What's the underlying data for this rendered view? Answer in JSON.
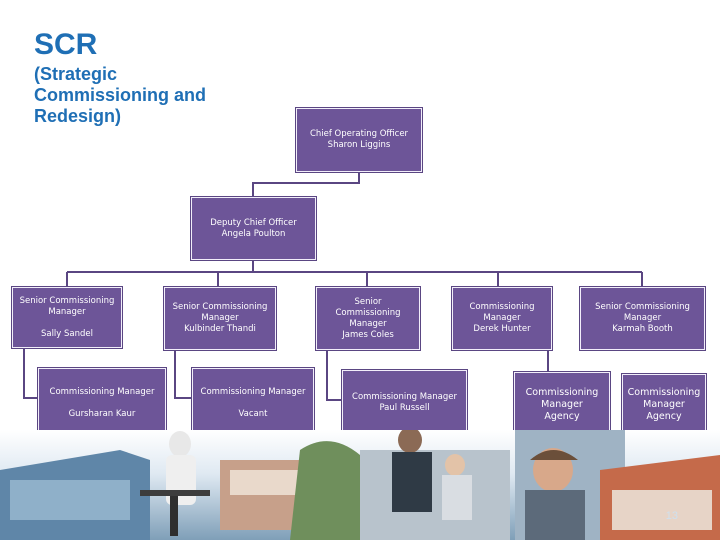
{
  "title": {
    "main": "SCR",
    "sub_line1": "(Strategic",
    "sub_line2": "Commissioning and",
    "sub_line3": "Redesign)"
  },
  "org": {
    "coo": {
      "role": "Chief Operating Officer",
      "name": "Sharon Liggins"
    },
    "dco": {
      "role": "Deputy Chief Officer",
      "name": "Angela Poulton"
    },
    "managers": [
      {
        "role": "Senior Commissioning Manager",
        "name": "Sally Sandel"
      },
      {
        "role": "Senior Commissioning Manager",
        "name": "Kulbinder Thandi"
      },
      {
        "role": "Senior Commissioning Manager",
        "name": "James Coles"
      },
      {
        "role": "Commissioning Manager",
        "name": "Derek Hunter"
      },
      {
        "role": "Senior Commissioning Manager",
        "name": "Karmah Booth"
      }
    ],
    "reports": [
      {
        "role": "Commissioning Manager",
        "name": "Gursharan Kaur"
      },
      {
        "role": "Commissioning Manager",
        "name": "Vacant"
      },
      {
        "role": "Commissioning Manager",
        "name": "Paul Russell"
      },
      {
        "role": "Commissioning Manager",
        "name": "Agency"
      },
      {
        "role": "Commissioning Manager",
        "name": "Agency"
      }
    ]
  },
  "page_number": "13",
  "colors": {
    "title": "#1f6fb5",
    "box": "#6d5598",
    "connector": "#5a4682"
  }
}
